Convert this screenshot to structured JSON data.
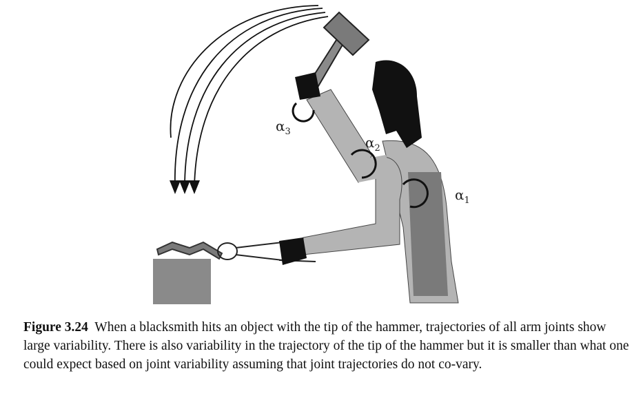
{
  "figure": {
    "labels": {
      "alpha3": {
        "symbol": "α",
        "sub": "3"
      },
      "alpha2": {
        "symbol": "α",
        "sub": "2"
      },
      "alpha1": {
        "symbol": "α",
        "sub": "1"
      }
    },
    "colors": {
      "dark": "#111111",
      "mid": "#7a7a7a",
      "light": "#b4b4b4",
      "box": "#8a8a8a"
    }
  },
  "caption": {
    "label": "Figure 3.24",
    "text": "When a blacksmith hits an object with the tip of the hammer, trajectories of all arm joints show large variability. There is also variability in the trajectory of the tip of the hammer but it is smaller than what one could expect based on joint variability assuming that joint trajectories do not co-vary."
  }
}
